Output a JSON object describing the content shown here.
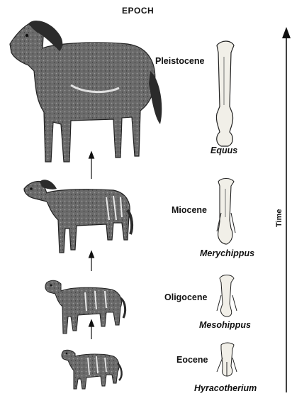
{
  "header": "EPOCH",
  "time_axis_label": "Time",
  "stages": [
    {
      "epoch": "Pleistocene",
      "genus": "Equus"
    },
    {
      "epoch": "Miocene",
      "genus": "Merychippus"
    },
    {
      "epoch": "Oligocene",
      "genus": "Mesohippus"
    },
    {
      "epoch": "Eocene",
      "genus": "Hyracotherium"
    }
  ],
  "colors": {
    "ink": "#111111",
    "body": "#555555",
    "bone": "#f1efe8"
  }
}
